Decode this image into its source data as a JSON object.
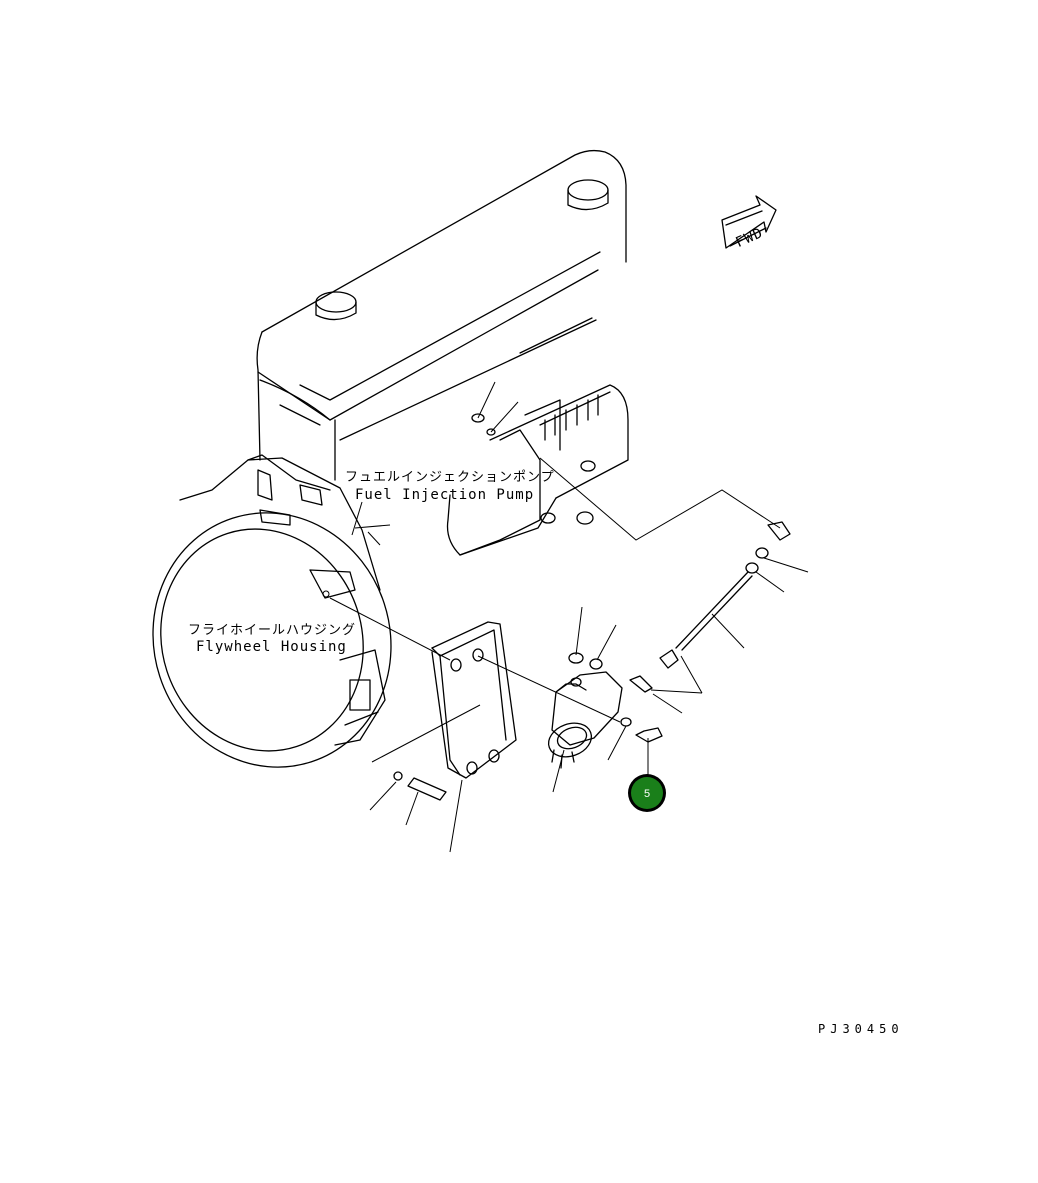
{
  "labels": {
    "fuel_pump_jp": "フュエルインジェクションポンプ",
    "fuel_pump_en": "Fuel Injection Pump",
    "flywheel_jp": "フライホイールハウジング",
    "flywheel_en": "Flywheel Housing",
    "direction": "FWD",
    "drawing_code": "PJ30450"
  },
  "callouts": [
    {
      "number": "5",
      "color": "#1a7f1a"
    }
  ]
}
